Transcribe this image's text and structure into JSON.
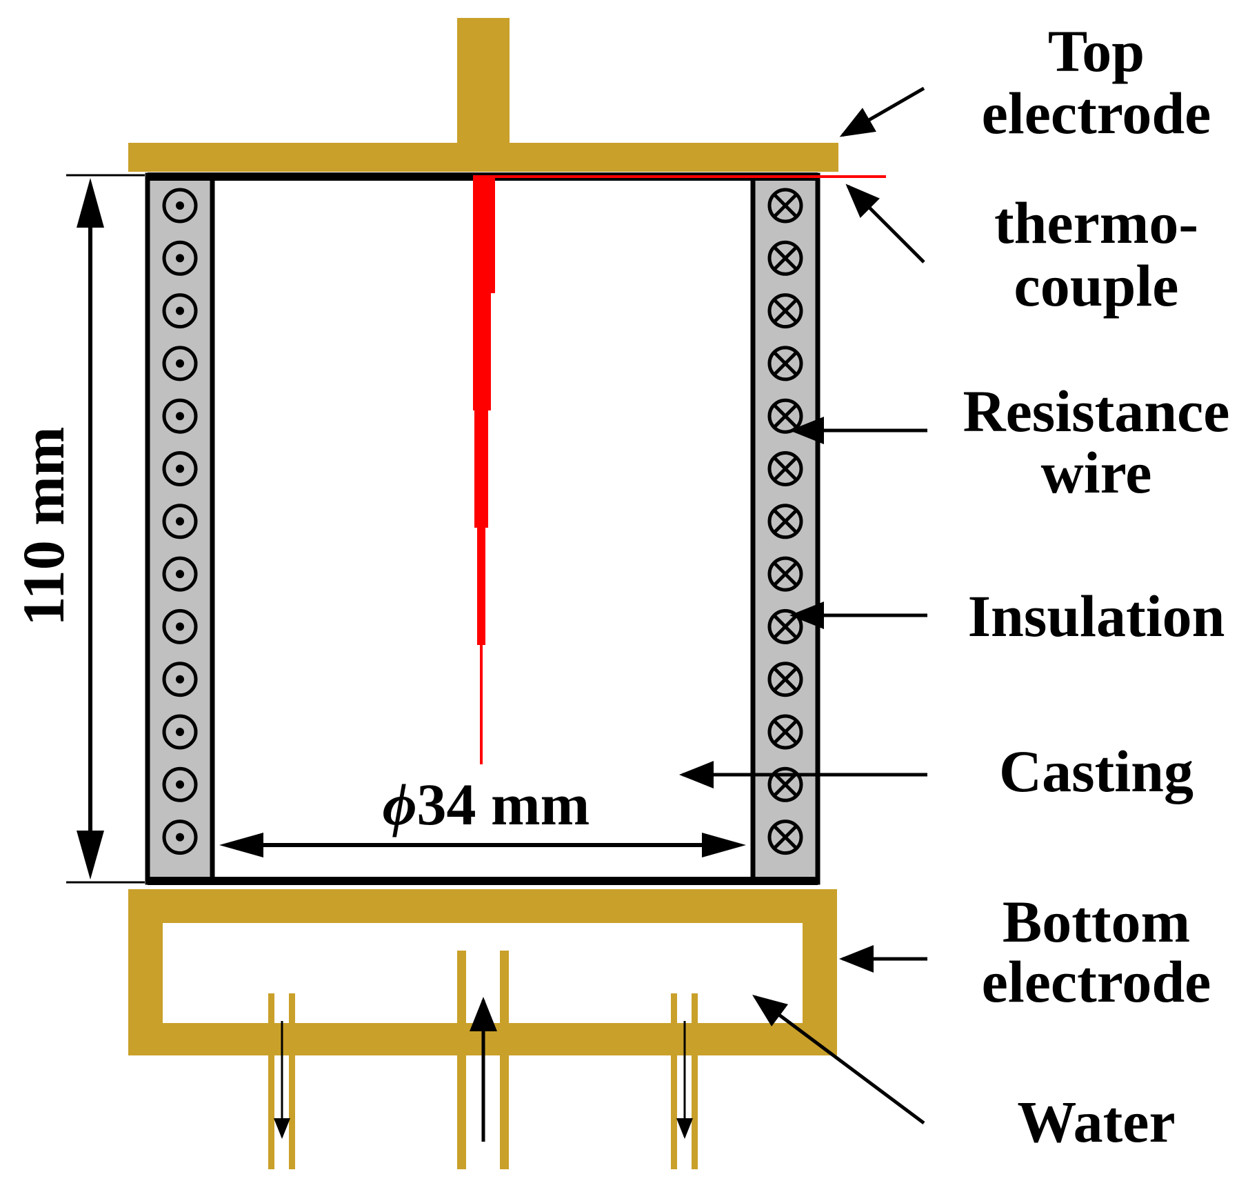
{
  "labels": {
    "top_electrode_line1": "Top",
    "top_electrode_line2": "electrode",
    "thermocouple_line1": "thermo-",
    "thermocouple_line2": "couple",
    "resistance_wire_line1": "Resistance",
    "resistance_wire_line2": "wire",
    "insulation": "Insulation",
    "casting": "Casting",
    "bottom_electrode_line1": "Bottom",
    "bottom_electrode_line2": "electrode",
    "water": "Water"
  },
  "dimensions": {
    "height_value": "110 mm",
    "diameter_symbol": "ϕ",
    "diameter_value": "34 mm"
  },
  "colors": {
    "electrode": "#C9A02A",
    "insulation": "#C0C0C0",
    "thermocouple": "#FF0000",
    "outline": "#000000"
  },
  "icons": {
    "left_coil_markers": "dot-circle-icon",
    "right_coil_markers": "cross-circle-icon"
  }
}
